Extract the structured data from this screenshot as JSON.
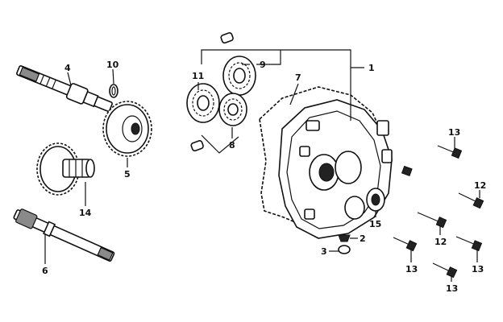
{
  "labels": {
    "l1": "1",
    "l2": "2",
    "l3": "3",
    "l4": "4",
    "l5": "5",
    "l6": "6",
    "l7": "7",
    "l8": "8",
    "l9": "9",
    "l10": "10",
    "l11": "11",
    "l12a": "12",
    "l12b": "12",
    "l13a": "13",
    "l13b": "13",
    "l13c": "13",
    "l13d": "13",
    "l14": "14",
    "l15": "15"
  }
}
